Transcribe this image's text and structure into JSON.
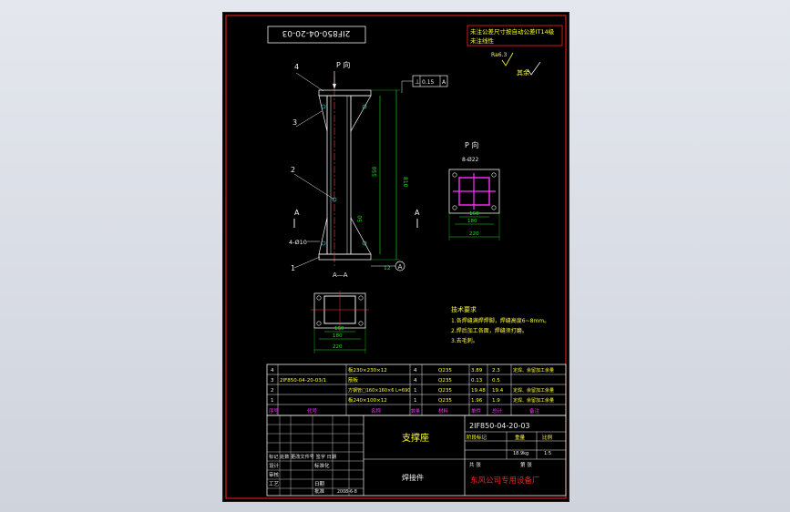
{
  "header": {
    "drawing_no_mirrored": "2IF850-04-20-03",
    "note_top_line1": "未注公差尺寸按自动公差IT14级",
    "note_top_line2": "未注线性",
    "roughness_mark": "Ra6.3",
    "roughness_other": "其余"
  },
  "main_view": {
    "p_label": "P 向",
    "tol_box_left": "⊥",
    "tol_box_mid": "0.15",
    "tol_box_right": "A",
    "callout_1": "1",
    "callout_2": "2",
    "callout_3": "3",
    "callout_4": "4",
    "section_a_left": "A",
    "section_a_right": "A",
    "hole_label": "4-Ø10",
    "dim_total": "810",
    "dim_inner": "550",
    "dim_bottom": "50",
    "dim_side": "12",
    "datum": "A"
  },
  "p_view": {
    "title": "P 向",
    "hole_note": "8-Ø22",
    "dim_1": "160",
    "dim_2": "180",
    "dim_3": "220"
  },
  "section_view": {
    "title": "A—A",
    "dim_1": "160",
    "dim_2": "180",
    "dim_3": "220"
  },
  "tech_req": {
    "title": "技术要求",
    "items": [
      "1.各焊缝满焊焊脚，焊缝高度6~8mm。",
      "2.焊后加工各面，焊缝须打磨。",
      "3.去毛刺。"
    ]
  },
  "bom": {
    "rows": [
      {
        "no": "4",
        "code": "",
        "name": "板230×230×12",
        "qty": "4",
        "mat": "Q235",
        "w1": "3.89",
        "w2": "2.3",
        "note": "定焊、余留加工余量"
      },
      {
        "no": "3",
        "code": "2IF850-04-20-03/1",
        "name": "筋板",
        "qty": "4",
        "mat": "Q235",
        "w1": "0.13",
        "w2": "0.5",
        "note": ""
      },
      {
        "no": "2",
        "code": "",
        "name": "方钢管□160×160×6 L=690",
        "qty": "1",
        "mat": "Q235",
        "w1": "19.48",
        "w2": "19.4",
        "note": "定焊、余留加工余量"
      },
      {
        "no": "1",
        "code": "",
        "name": "板240×100×12",
        "qty": "1",
        "mat": "Q235",
        "w1": "1.96",
        "w2": "1.9",
        "note": "定焊、余留加工余量"
      }
    ],
    "header": {
      "no": "序号",
      "code": "代号",
      "name": "名称",
      "qty": "数量",
      "mat": "材料",
      "w1": "单件",
      "w2": "总计",
      "note": "备注"
    }
  },
  "title_block": {
    "part_name": "支撑座",
    "drawing_no": "2IF850-04-20-03",
    "type": "焊接件",
    "company": "东风公司专用设备厂",
    "stage_label": "阶段标记",
    "weight_label": "重量",
    "scale_label": "比例",
    "weight": "18.9kg",
    "scale": "1:5",
    "sheet_total": "共  张",
    "sheet_no": "第  张",
    "rev_headers": "标记 处数 更改文件号 签字 日期",
    "designer": "设计",
    "standard": "标准化",
    "checker": "审核",
    "process": "工艺",
    "approve": "批准",
    "date": "2008-6-8",
    "date_label": "日期"
  },
  "colors": {
    "frame": "#ff2020",
    "line_white": "#f0f0f0",
    "dim_green": "#20e020",
    "text_yellow": "#ffff30",
    "magenta": "#ff30ff",
    "center_red": "#ff4040",
    "cyan": "#30e0e0"
  }
}
